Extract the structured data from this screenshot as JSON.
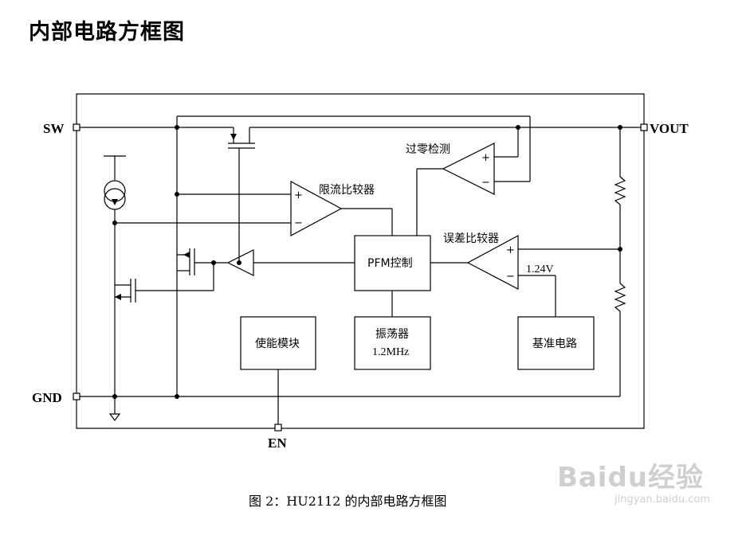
{
  "title": "内部电路方框图",
  "pins": {
    "sw": "SW",
    "vout": "VOUT",
    "gnd": "GND",
    "en": "EN"
  },
  "labels": {
    "zero_detect": "过零检测",
    "current_limit_comparator": "限流比较器",
    "error_comparator": "误差比较器",
    "reference_voltage": "1.24V"
  },
  "blocks": {
    "pfm_control": "PFM控制",
    "enable_module": "使能模块",
    "oscillator_line1": "振荡器",
    "oscillator_line2": "1.2MHz",
    "reference_circuit": "基准电路"
  },
  "op_signs": {
    "plus": "+",
    "minus": "−"
  },
  "caption": "图 2：HU2112 的内部电路方框图",
  "watermark": {
    "logo": "Baidu经验",
    "url": "jingyan.baidu.com"
  }
}
